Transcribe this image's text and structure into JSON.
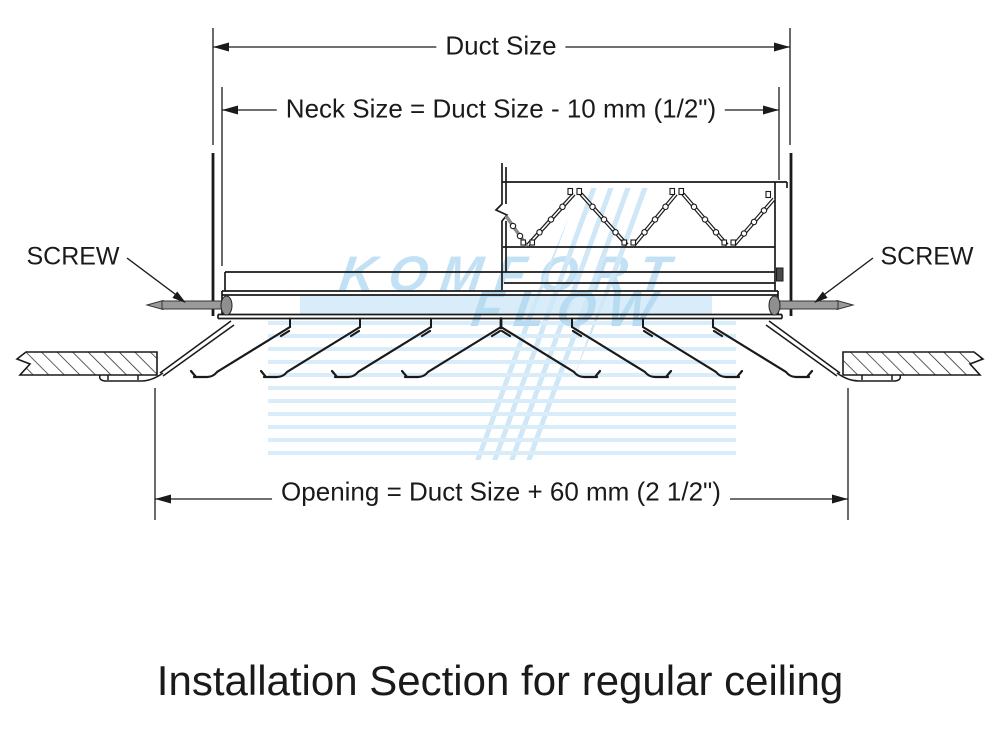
{
  "title": {
    "text": "Installation Section for regular ceiling"
  },
  "dimensions": {
    "duct_size": {
      "label": "Duct Size"
    },
    "neck_size": {
      "label": "Neck Size = Duct Size - 10 mm (1/2\")"
    },
    "opening": {
      "label": "Opening = Duct Size + 60 mm (2 1/2\")"
    }
  },
  "callouts": {
    "screw_left": {
      "label": "SCREW"
    },
    "screw_right": {
      "label": "SCREW"
    }
  },
  "watermark": {
    "brand_line1": "KOMFORT",
    "brand_line2": "FLOW",
    "text_color": "#c3e1f4",
    "band_color": "#d9ecf9"
  },
  "colors": {
    "line": "#1a1a1a",
    "screw_fill": "#9a9a9a",
    "background": "#ffffff"
  }
}
